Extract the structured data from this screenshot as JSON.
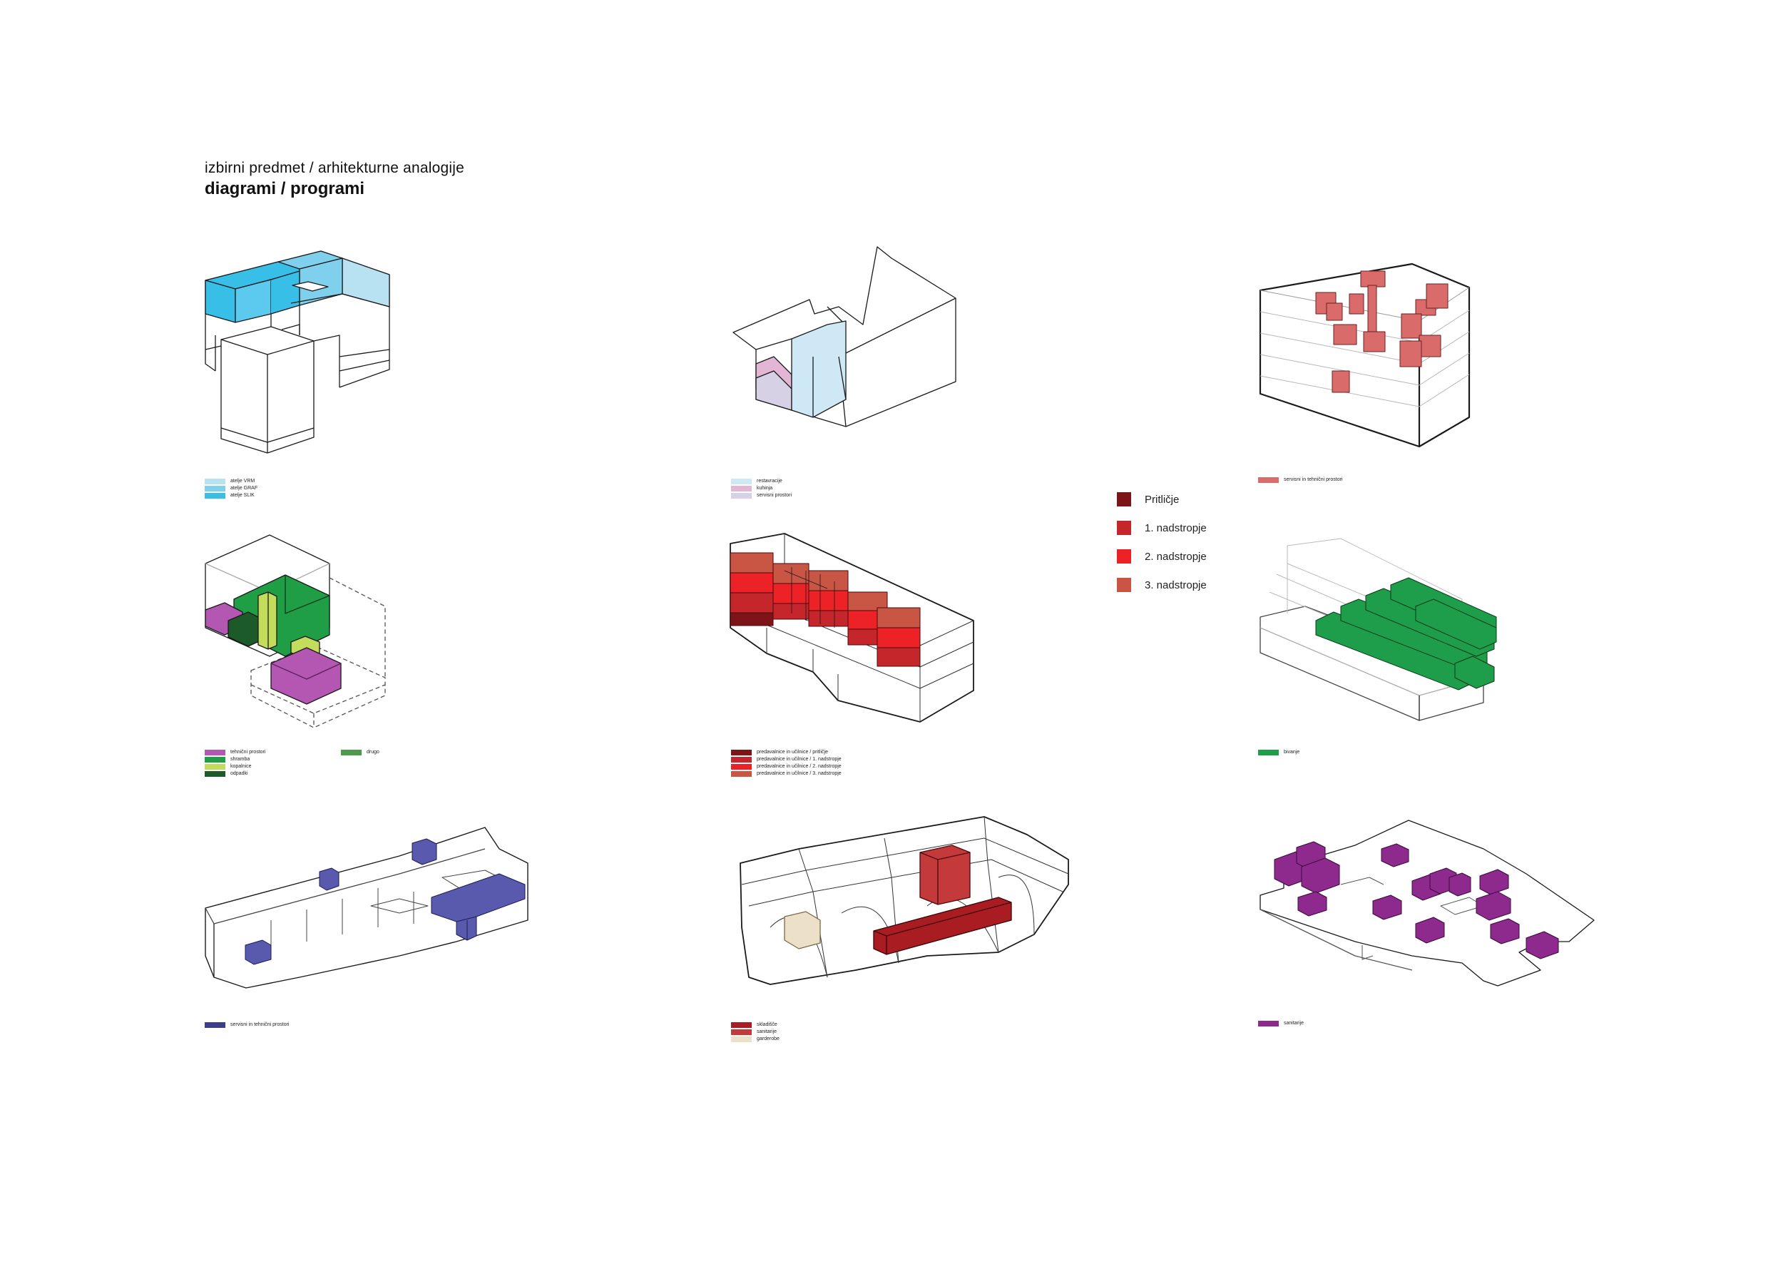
{
  "header": {
    "subtitle": "izbirni predmet / arhitekturne analogije",
    "title": "diagrami / programi"
  },
  "colors": {
    "line": "#1a1a1a",
    "atelje_vrm": "#b8e2f2",
    "atelje_graf": "#7fd0ec",
    "atelje_slik": "#38bfe8",
    "restavracija": "#cfe8f6",
    "kuhinja": "#e3b6d6",
    "servisni_prostori": "#d7d1e6",
    "servisni_tehnicni_red": "#d96b6b",
    "tehnicni_prostori": "#b357b3",
    "shramba": "#1f9e46",
    "kopalnice": "#c3dc5c",
    "odpadki": "#1c5a2a",
    "drugo": "#4c9a4c",
    "predavalnice_pritlicje": "#7d1518",
    "predavalnice_1": "#c4262b",
    "predavalnice_2": "#ec2227",
    "predavalnice_3": "#c95545",
    "bivanje": "#1e9e4a",
    "servisni_tehnicni_blue": "#3d3d8e",
    "skladisce": "#a81c22",
    "sanitarije_mid": "#c43a3a",
    "garderobe": "#ede0c8",
    "sanitarije_purple": "#8e2a8e"
  },
  "floor_legend": [
    {
      "label": "Pritličje",
      "color": "#7d1518"
    },
    {
      "label": "1. nadstropje",
      "color": "#c4262b"
    },
    {
      "label": "2. nadstropje",
      "color": "#ec2227"
    },
    {
      "label": "3. nadstropje",
      "color": "#c95545"
    }
  ],
  "legends": {
    "d1": [
      {
        "label": "atelje VRM",
        "color": "#b8e2f2"
      },
      {
        "label": "atelje GRAF",
        "color": "#7fd0ec"
      },
      {
        "label": "atelje SLIK",
        "color": "#38bfe8"
      }
    ],
    "d2": [
      {
        "label": "restavracije",
        "color": "#cfe8f6"
      },
      {
        "label": "kuhinja",
        "color": "#e3b6d6"
      },
      {
        "label": "servisni prostori",
        "color": "#d7d1e6"
      }
    ],
    "d3": [
      {
        "label": "servisni in tehnični prostori",
        "color": "#d96b6b"
      }
    ],
    "d4a": [
      {
        "label": "tehnični prostori",
        "color": "#b357b3"
      },
      {
        "label": "shramba",
        "color": "#1f9e46"
      },
      {
        "label": "kopalnice",
        "color": "#c3dc5c"
      },
      {
        "label": "odpadki",
        "color": "#1c5a2a"
      }
    ],
    "d4b": [
      {
        "label": "drugo",
        "color": "#4c9a4c"
      }
    ],
    "d5": [
      {
        "label": "predavalnice in učilnice / pritličje",
        "color": "#7d1518"
      },
      {
        "label": "predavalnice in učilnice / 1. nadstropje",
        "color": "#c4262b"
      },
      {
        "label": "predavalnice in učilnice / 2. nadstropje",
        "color": "#ec2227"
      },
      {
        "label": "predavalnice in učilnice / 3. nadstropje",
        "color": "#c95545"
      }
    ],
    "d6": [
      {
        "label": "bivanje",
        "color": "#1e9e4a"
      }
    ],
    "d7": [
      {
        "label": "servisni in tehnični prostori",
        "color": "#3d3d8e"
      }
    ],
    "d8": [
      {
        "label": "skladišče",
        "color": "#a81c22"
      },
      {
        "label": "sanitarije",
        "color": "#c43a3a"
      },
      {
        "label": "garderobe",
        "color": "#ede0c8"
      }
    ],
    "d9": [
      {
        "label": "sanitarije",
        "color": "#8e2a8e"
      }
    ]
  }
}
